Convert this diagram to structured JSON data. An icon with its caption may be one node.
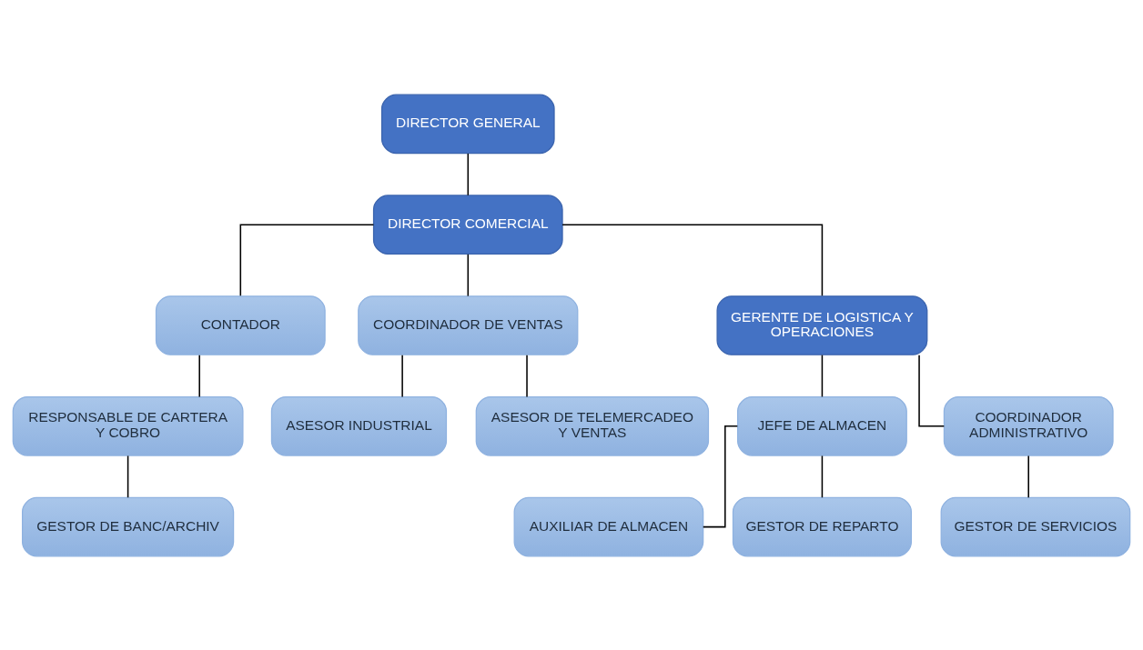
{
  "diagram": {
    "nodes": [
      {
        "text": [
          "DIRECTOR GENERAL"
        ]
      },
      {
        "text": [
          "DIRECTOR COMERCIAL"
        ]
      },
      {
        "text": [
          "CONTADOR"
        ]
      },
      {
        "text": [
          "COORDINADOR DE VENTAS"
        ]
      },
      {
        "text": [
          "GERENTE DE LOGISTICA Y OPERACIONES"
        ]
      },
      {
        "text": [
          "RESPONSABLE DE CARTERA Y COBRO"
        ]
      },
      {
        "text": [
          "ASESOR INDUSTRIAL"
        ]
      },
      {
        "text": [
          "ASESOR DE TELEMERCADEO Y VENTAS"
        ]
      },
      {
        "text": [
          "JEFE DE ALMACEN"
        ]
      },
      {
        "text": [
          "COORDINADOR ADMINISTRATIVO"
        ]
      },
      {
        "text": [
          "GESTOR DE BANC/ARCHIV"
        ]
      },
      {
        "text": [
          "AUXILIAR DE ALMACEN"
        ]
      },
      {
        "text": [
          "GESTOR DE REPARTO"
        ]
      },
      {
        "text": [
          "GESTOR DE SERVICIOS"
        ]
      }
    ],
    "edges": [
      {
        "from": 0,
        "to": 1,
        "arrow": "none"
      },
      {
        "from": 1,
        "to": 2,
        "arrow": "none"
      },
      {
        "from": 1,
        "to": 3,
        "arrow": "none"
      },
      {
        "from": 1,
        "to": 4,
        "arrow": "none"
      },
      {
        "from": 2,
        "to": 5,
        "arrow": "none"
      },
      {
        "from": 3,
        "to": 6,
        "arrow": "none"
      },
      {
        "from": 3,
        "to": 7,
        "arrow": "none"
      },
      {
        "from": 4,
        "to": 8,
        "arrow": "none"
      },
      {
        "from": 4,
        "to": 9,
        "arrow": "none"
      },
      {
        "from": 5,
        "to": 10,
        "arrow": "none"
      },
      {
        "from": 8,
        "to": 11,
        "arrow": "none"
      },
      {
        "from": 8,
        "to": 12,
        "arrow": "none"
      },
      {
        "from": 9,
        "to": 13,
        "arrow": "none"
      }
    ]
  }
}
